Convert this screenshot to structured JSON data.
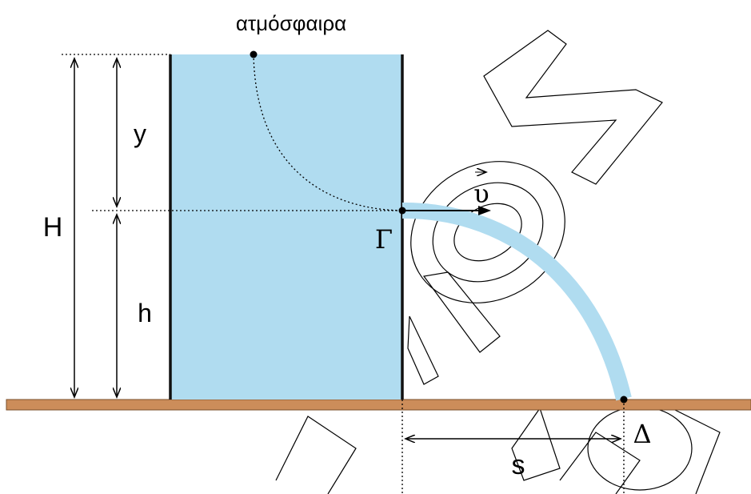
{
  "labels": {
    "atmosphere": "ατμόσφαιρα",
    "y": "y",
    "H": "H",
    "h": "h",
    "velocity": "υ",
    "gamma": "Γ",
    "delta": "Δ",
    "s": "s"
  },
  "colors": {
    "water": "#b0dcf0",
    "ground": "#cc8d5a",
    "ground_border": "#7a4e2a",
    "ink": "#000000"
  }
}
